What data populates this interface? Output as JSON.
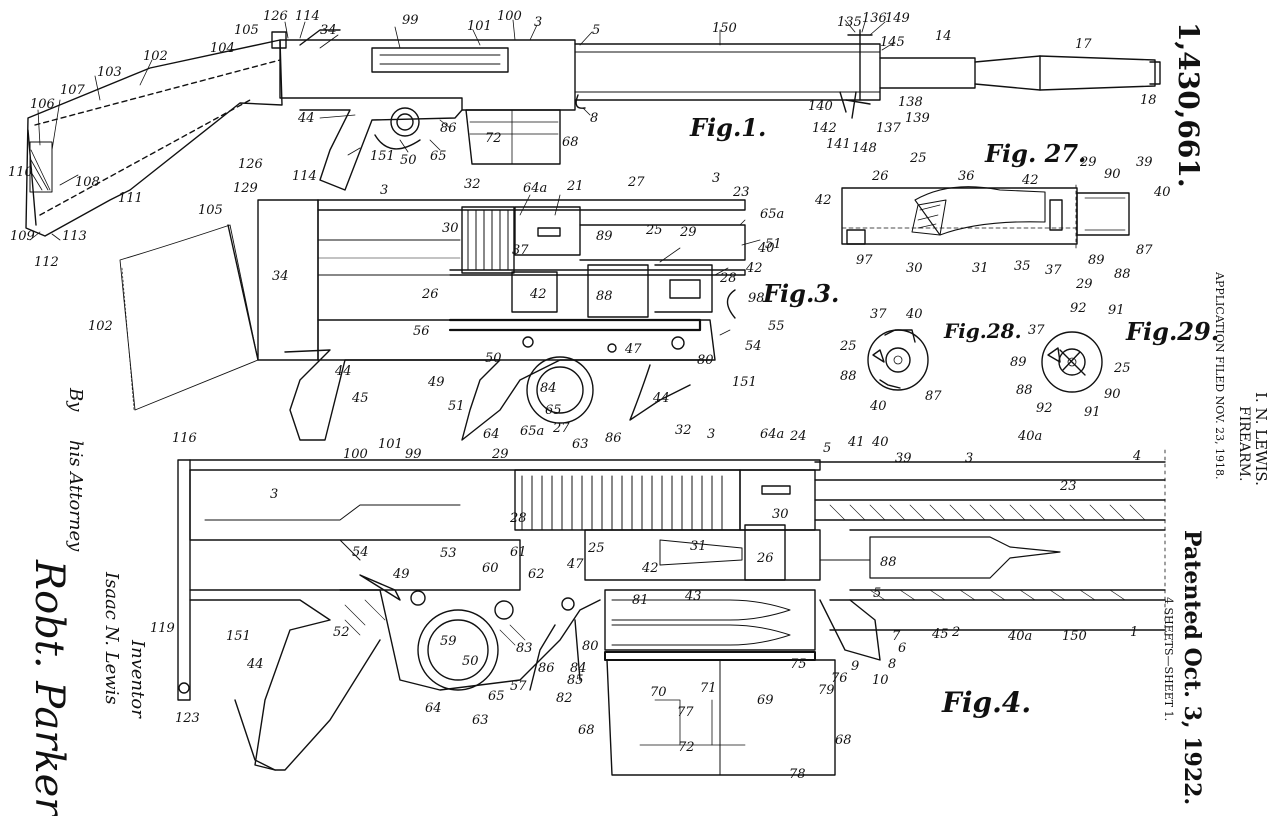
{
  "header": {
    "patent_number": "1,430,661.",
    "inventor": "I. N. LEWIS.",
    "title": "FIREARM.",
    "application": "APPLICATION FILED NOV. 23, 1918.",
    "patented": "Patented Oct. 3, 1922.",
    "sheets": "4 SHEETS—SHEET 1."
  },
  "signature": {
    "inventor_label": "Inventor",
    "inventor_name": "Isaac N. Lewis",
    "by": "By",
    "his_attorney": "his Attorney",
    "signature_text": "Robt. Parker"
  },
  "figures": {
    "fig1": "Fig.1.",
    "fig3": "Fig.3.",
    "fig4": "Fig.4.",
    "fig27": "Fig. 27.",
    "fig28": "Fig.28.",
    "fig29": "Fig.29."
  },
  "refs": {
    "fig1": [
      "126",
      "114",
      "105",
      "104",
      "34",
      "99",
      "101",
      "100",
      "3",
      "5",
      "150",
      "135",
      "136",
      "149",
      "145",
      "14",
      "17",
      "18",
      "106",
      "107",
      "103",
      "102",
      "110",
      "108",
      "109",
      "112",
      "113",
      "111",
      "44",
      "151",
      "50",
      "65",
      "86",
      "72",
      "68",
      "8",
      "140",
      "142",
      "141",
      "148",
      "137",
      "138",
      "139"
    ],
    "fig3": [
      "126",
      "129",
      "114",
      "105",
      "34",
      "102",
      "3",
      "32",
      "64a",
      "21",
      "27",
      "3",
      "23",
      "65a",
      "51",
      "30",
      "37",
      "25",
      "89",
      "29",
      "40",
      "42",
      "26",
      "42",
      "88",
      "28",
      "98",
      "55",
      "56",
      "47",
      "54",
      "49",
      "50",
      "84",
      "80",
      "151",
      "44",
      "45",
      "51",
      "64",
      "65",
      "63",
      "86",
      "44"
    ],
    "fig4": [
      "116",
      "119",
      "123",
      "3",
      "100",
      "101",
      "99",
      "29",
      "65a",
      "27",
      "32",
      "3",
      "64a",
      "24",
      "5",
      "41",
      "40",
      "39",
      "3",
      "40a",
      "23",
      "4",
      "28",
      "31",
      "30",
      "26",
      "25",
      "42",
      "53",
      "54",
      "49",
      "60",
      "61",
      "62",
      "47",
      "81",
      "43",
      "88",
      "5",
      "45",
      "151",
      "44",
      "52",
      "59",
      "50",
      "57",
      "83",
      "86",
      "85",
      "80",
      "84",
      "82",
      "79",
      "76",
      "9",
      "10",
      "8",
      "6",
      "7",
      "2",
      "40a",
      "150",
      "1",
      "64",
      "63",
      "65",
      "70",
      "77",
      "71",
      "69",
      "75",
      "68",
      "72",
      "68",
      "78"
    ],
    "fig27": [
      "25",
      "36",
      "42",
      "29",
      "39",
      "90",
      "40",
      "42",
      "26",
      "87",
      "97",
      "30",
      "31",
      "35",
      "37",
      "89",
      "88",
      "29"
    ],
    "fig28": [
      "37",
      "40",
      "25",
      "88",
      "87",
      "40"
    ],
    "fig29": [
      "92",
      "91",
      "37",
      "89",
      "25",
      "88",
      "90",
      "92",
      "91"
    ]
  }
}
